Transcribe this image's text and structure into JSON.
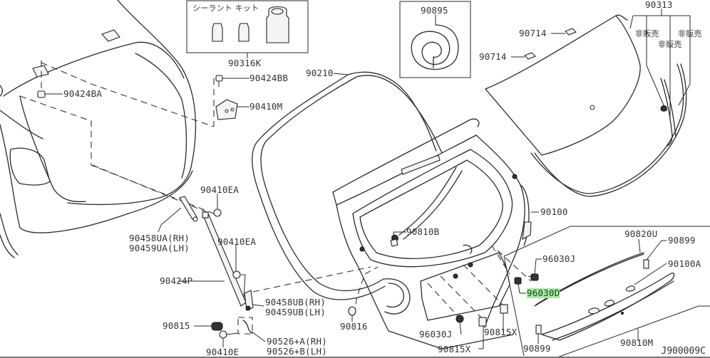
{
  "diagram": {
    "title_code": "J900009C",
    "kit_box": {
      "label": "シーラント キット",
      "part": "90316K"
    },
    "coil_box": {
      "part": "90895"
    },
    "not_for_sale": "非販売",
    "highlight_color": "#9ff09a",
    "labels": {
      "p90424BA": "90424BA",
      "p90424BB": "90424BB",
      "p90410M": "90410M",
      "p90210": "90210",
      "p90313": "90313",
      "p90714a": "90714",
      "p90714b": "90714",
      "p90410EA_1": "90410EA",
      "p90410EA_2": "90410EA",
      "p90458UA": "90458UA(RH)",
      "p90459UA": "90459UA(LH)",
      "p90424P": "90424P",
      "p90458UB": "90458UB(RH)",
      "p90459UB": "90459UB(LH)",
      "p90815": "90815",
      "p90410E": "90410E",
      "p90526A": "90526+A(RH)",
      "p90526B": "90526+B(LH)",
      "p90816": "90816",
      "p90810B": "90810B",
      "p90100": "90100",
      "p96030J_1": "96030J",
      "p96030D": "96030D",
      "p96030J_2": "96030J",
      "p90815X_1": "90815X",
      "p90815X_2": "90815X",
      "p90899_1": "90899",
      "p90820U": "90820U",
      "p90899_2": "90899",
      "p90100A": "90100A",
      "p90810M": "90810M"
    }
  }
}
